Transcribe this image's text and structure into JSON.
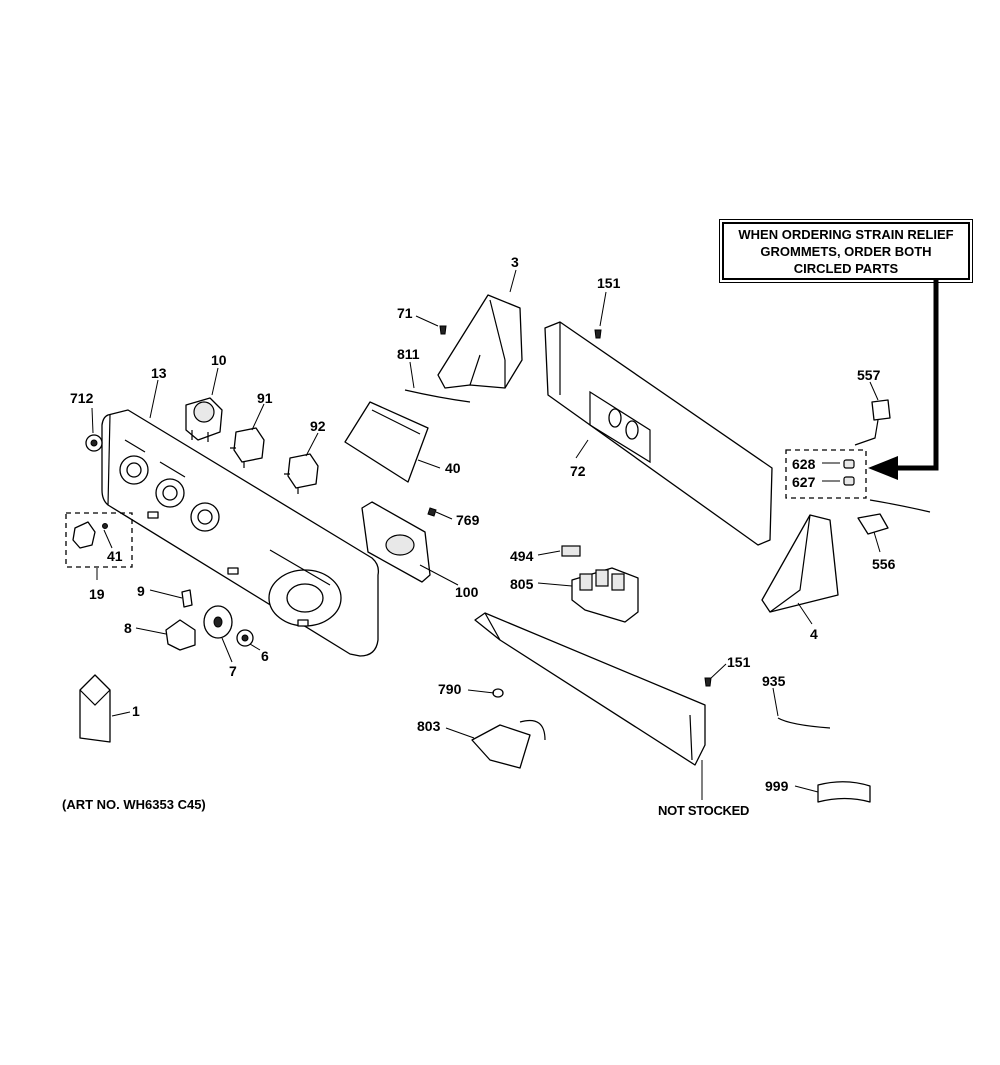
{
  "note": {
    "line1": "WHEN ORDERING STRAIN RELIEF",
    "line2": "GROMMETS, ORDER BOTH",
    "line3": "CIRCLED PARTS"
  },
  "art_number": "(ART NO. WH6353 C45)",
  "not_stocked": "NOT STOCKED",
  "callouts": {
    "c3": "3",
    "c151a": "151",
    "c71": "71",
    "c811": "811",
    "c10": "10",
    "c13": "13",
    "c712": "712",
    "c91": "91",
    "c92": "92",
    "c40": "40",
    "c72": "72",
    "c557": "557",
    "c628": "628",
    "c627": "627",
    "c769": "769",
    "c41": "41",
    "c19": "19",
    "c100": "100",
    "c556": "556",
    "c494": "494",
    "c805": "805",
    "c9": "9",
    "c8": "8",
    "c6": "6",
    "c7": "7",
    "c4": "4",
    "c151b": "151",
    "c935": "935",
    "c790": "790",
    "c1": "1",
    "c803": "803",
    "c999": "999"
  }
}
